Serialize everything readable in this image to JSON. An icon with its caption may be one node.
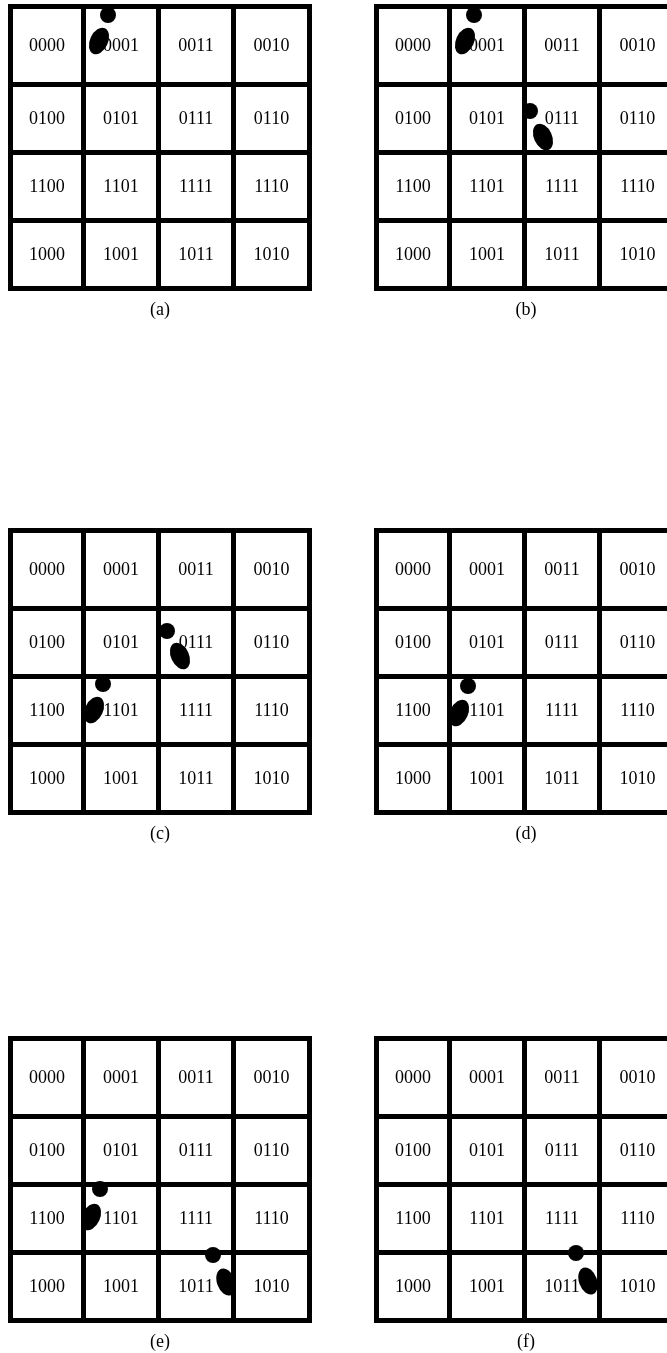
{
  "diagram": {
    "labels": [
      "0000",
      "0001",
      "0011",
      "0010",
      "0100",
      "0101",
      "0111",
      "0110",
      "1100",
      "1101",
      "1111",
      "1110",
      "1000",
      "1001",
      "1011",
      "1010",
      "(a)",
      "0000",
      "0001",
      "0011",
      "0010",
      "0100",
      "0101",
      "0111",
      "0110",
      "1100",
      "1101",
      "1111",
      "1110",
      "1000",
      "1001",
      "1011",
      "1010",
      "(b)",
      "0000",
      "0001",
      "0011",
      "0010",
      "0100",
      "0101",
      "0111",
      "0110",
      "1100",
      "1101",
      "1111",
      "1110",
      "1000",
      "1001",
      "1011",
      "1010",
      "(c)",
      "0000",
      "0001",
      "0011",
      "0010",
      "0100",
      "0101",
      "0111",
      "0110",
      "1100",
      "1101",
      "1111",
      "1110",
      "1000",
      "1001",
      "1011",
      "1010",
      "(d)",
      "0000",
      "0001",
      "0011",
      "0010",
      "0100",
      "0101",
      "0111",
      "0110",
      "1100",
      "1101",
      "1111",
      "1110",
      "1000",
      "1001",
      "1011",
      "1010",
      "(e)",
      "0000",
      "0001",
      "0011",
      "0010",
      "0100",
      "0101",
      "0111",
      "0110",
      "1100",
      "1101",
      "1111",
      "1110",
      "1000",
      "1001",
      "1011",
      "1010",
      "(f)"
    ]
  }
}
